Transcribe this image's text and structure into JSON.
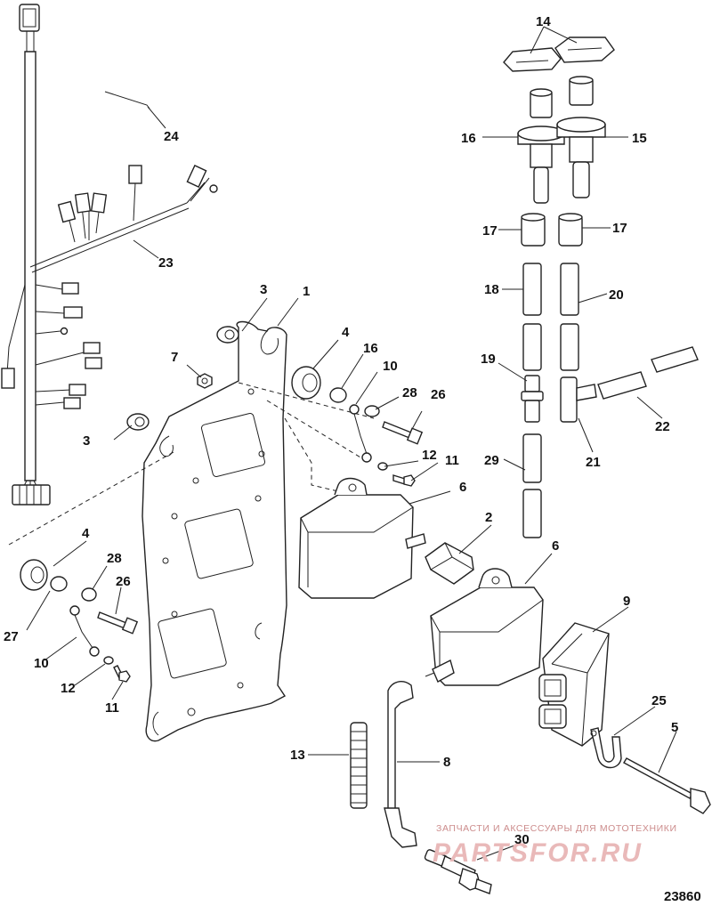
{
  "figure_number": "23860",
  "watermark": {
    "caption": "ЗАПЧАСТИ И АКСЕССУАРЫ ДЛЯ МОТОТЕХНИКИ",
    "brand": "PARTSFOR.RU"
  },
  "callouts": [
    {
      "id": "c1",
      "text": "1"
    },
    {
      "id": "c2",
      "text": "2"
    },
    {
      "id": "c3a",
      "text": "3"
    },
    {
      "id": "c3b",
      "text": "3"
    },
    {
      "id": "c4a",
      "text": "4"
    },
    {
      "id": "c4b",
      "text": "4"
    },
    {
      "id": "c5",
      "text": "5"
    },
    {
      "id": "c6a",
      "text": "6"
    },
    {
      "id": "c6b",
      "text": "6"
    },
    {
      "id": "c7",
      "text": "7"
    },
    {
      "id": "c8",
      "text": "8"
    },
    {
      "id": "c9",
      "text": "9"
    },
    {
      "id": "c10a",
      "text": "10"
    },
    {
      "id": "c10b",
      "text": "10"
    },
    {
      "id": "c11a",
      "text": "11"
    },
    {
      "id": "c11b",
      "text": "11"
    },
    {
      "id": "c12a",
      "text": "12"
    },
    {
      "id": "c12b",
      "text": "12"
    },
    {
      "id": "c13",
      "text": "13"
    },
    {
      "id": "c14",
      "text": "14"
    },
    {
      "id": "c15",
      "text": "15"
    },
    {
      "id": "c16a",
      "text": "16"
    },
    {
      "id": "c16b",
      "text": "16"
    },
    {
      "id": "c17a",
      "text": "17"
    },
    {
      "id": "c17b",
      "text": "17"
    },
    {
      "id": "c18",
      "text": "18"
    },
    {
      "id": "c19",
      "text": "19"
    },
    {
      "id": "c20",
      "text": "20"
    },
    {
      "id": "c21",
      "text": "21"
    },
    {
      "id": "c22",
      "text": "22"
    },
    {
      "id": "c23",
      "text": "23"
    },
    {
      "id": "c24",
      "text": "24"
    },
    {
      "id": "c25",
      "text": "25"
    },
    {
      "id": "c26a",
      "text": "26"
    },
    {
      "id": "c26b",
      "text": "26"
    },
    {
      "id": "c27",
      "text": "27"
    },
    {
      "id": "c28a",
      "text": "28"
    },
    {
      "id": "c28b",
      "text": "28"
    },
    {
      "id": "c29",
      "text": "29"
    },
    {
      "id": "c30",
      "text": "30"
    }
  ]
}
